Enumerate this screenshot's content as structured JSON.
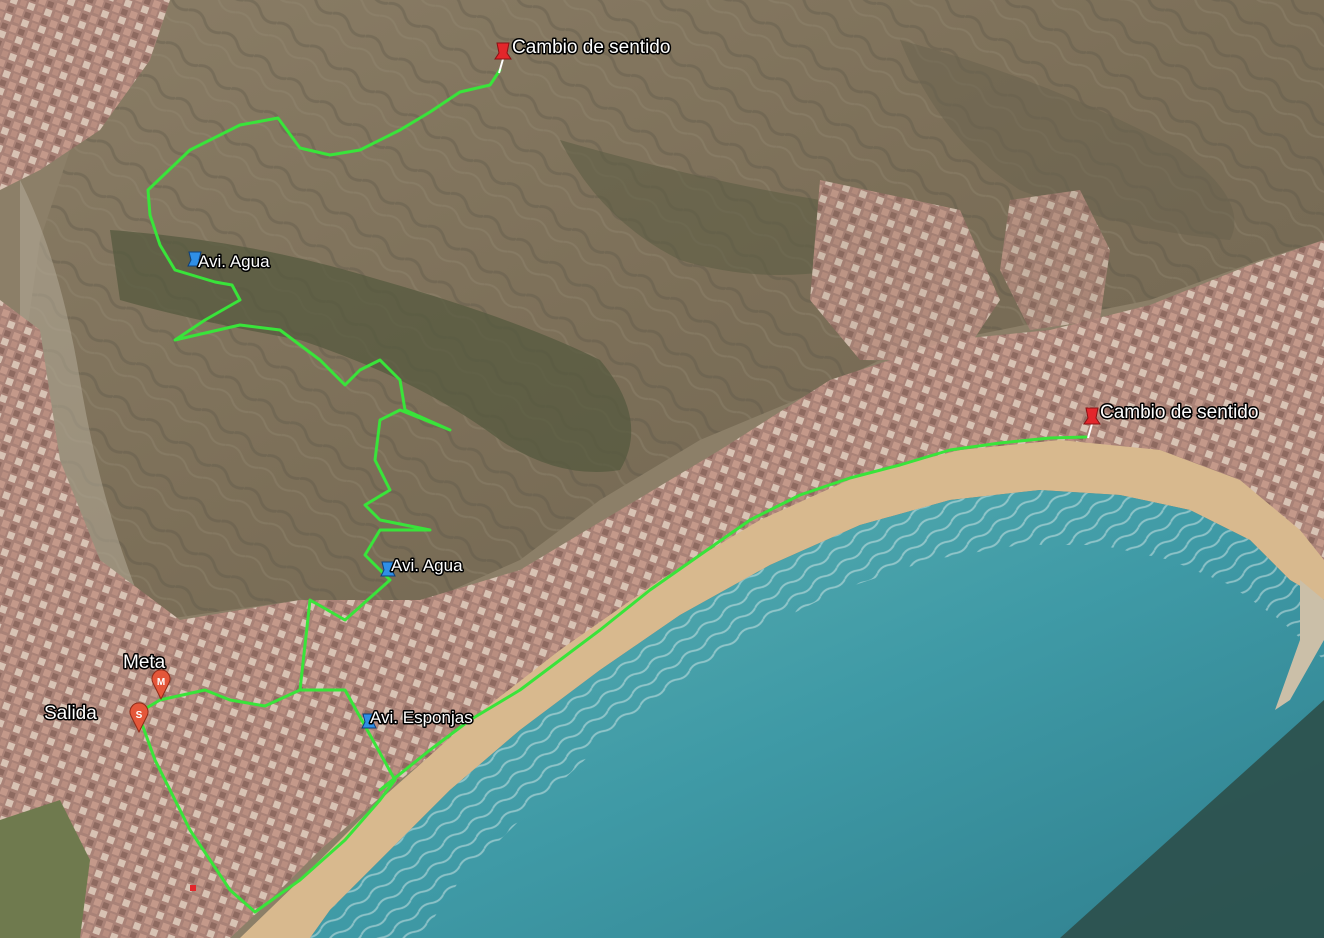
{
  "map": {
    "colors": {
      "route": "#39e43a",
      "sea": "#3f9aa6",
      "beach": "#d8b98e",
      "mountain": "#7f7460",
      "urban": "#a98277",
      "pin_red": "#e3262b",
      "pin_blue": "#2f8fe6",
      "marker_orange": "#e4573a"
    },
    "markers": {
      "turn_mountain": {
        "label": "Cambio de sentido",
        "icon": "red-pushpin-icon"
      },
      "turn_beach": {
        "label": "Cambio de sentido",
        "icon": "red-pushpin-icon"
      },
      "water_upper": {
        "label": "Avi. Agua",
        "icon": "blue-pushpin-icon"
      },
      "water_lower": {
        "label": "Avi. Agua",
        "icon": "blue-pushpin-icon"
      },
      "sponges": {
        "label": "Avi. Esponjas",
        "icon": "blue-pushpin-icon"
      },
      "finish": {
        "label": "Meta",
        "badge": "M",
        "icon": "finish-marker-icon"
      },
      "start": {
        "label": "Salida",
        "badge": "S",
        "icon": "start-marker-icon"
      }
    }
  }
}
